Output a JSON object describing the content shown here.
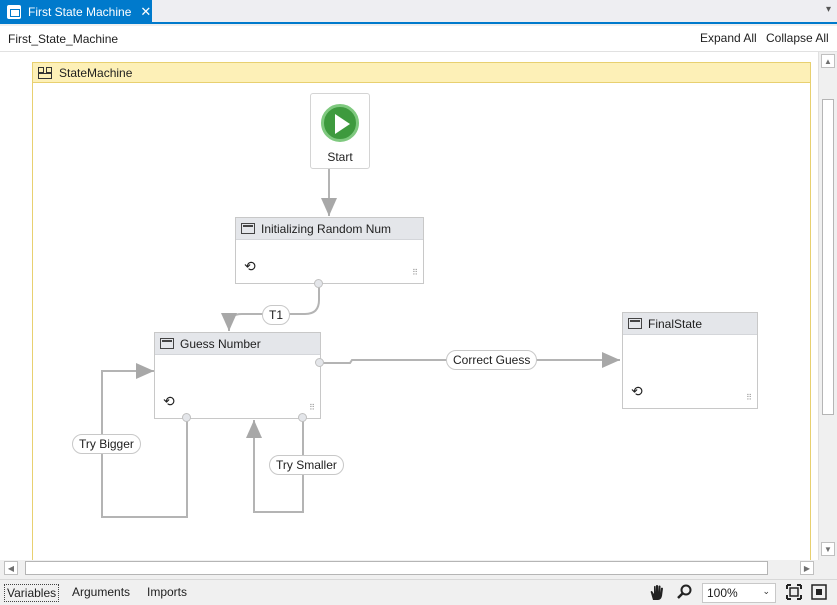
{
  "tab": {
    "title": "First State Machine",
    "close": "✕",
    "dropdown": "▾"
  },
  "header": {
    "breadcrumb": "First_State_Machine",
    "expand_all": "Expand All",
    "collapse_all": "Collapse All"
  },
  "statemachine": {
    "label": "StateMachine"
  },
  "start": {
    "label": "Start"
  },
  "states": {
    "initializing": {
      "title": "Initializing Random Num"
    },
    "guess": {
      "title": "Guess Number"
    },
    "final": {
      "title": "FinalState"
    }
  },
  "transitions": {
    "t1": "T1",
    "correct": "Correct Guess",
    "bigger": "Try Bigger",
    "smaller": "Try Smaller"
  },
  "bottom": {
    "variables": "Variables",
    "arguments": "Arguments",
    "imports": "Imports",
    "zoom": "100%"
  },
  "colors": {
    "accent": "#007acc",
    "start_green": "#3e9a3e",
    "container": "#fdf0b7"
  }
}
